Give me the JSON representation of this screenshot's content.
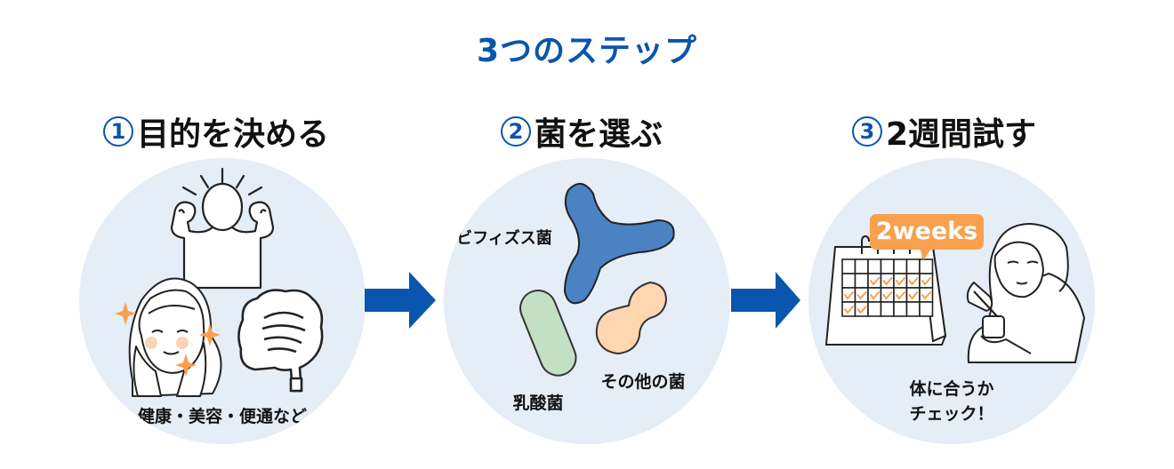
{
  "title": "3つのステップ",
  "colors": {
    "accent": "#0a55ad",
    "circle_bg": "#e5edf7",
    "orange": "#f9a04c",
    "bifidus": "#4a82c3",
    "lactic": "#c4e0c4",
    "other": "#ffd6b0"
  },
  "steps": [
    {
      "number": "1",
      "heading": "目的を決める",
      "caption": "健康・美容・便通など",
      "icons": [
        "flexing-person-icon",
        "woman-touching-face-icon",
        "intestine-icon",
        "sparkle-icon"
      ]
    },
    {
      "number": "2",
      "heading": "菌を選ぶ",
      "bacteria": [
        {
          "name": "ビフィズス菌",
          "icon": "bifidobacteria-icon"
        },
        {
          "name": "乳酸菌",
          "icon": "lactic-acid-bacteria-icon"
        },
        {
          "name": "その他の菌",
          "icon": "other-bacteria-icon"
        }
      ]
    },
    {
      "number": "3",
      "heading": "2週間試す",
      "bubble": "2weeks",
      "caption_line1": "体に合うか",
      "caption_line2": "チェック！",
      "calendar": {
        "columns": 7,
        "rows": 4,
        "checked_days": 14
      },
      "icons": [
        "calendar-icon",
        "woman-eating-yogurt-icon"
      ]
    }
  ],
  "arrows": [
    "arrow-right-icon",
    "arrow-right-icon"
  ]
}
